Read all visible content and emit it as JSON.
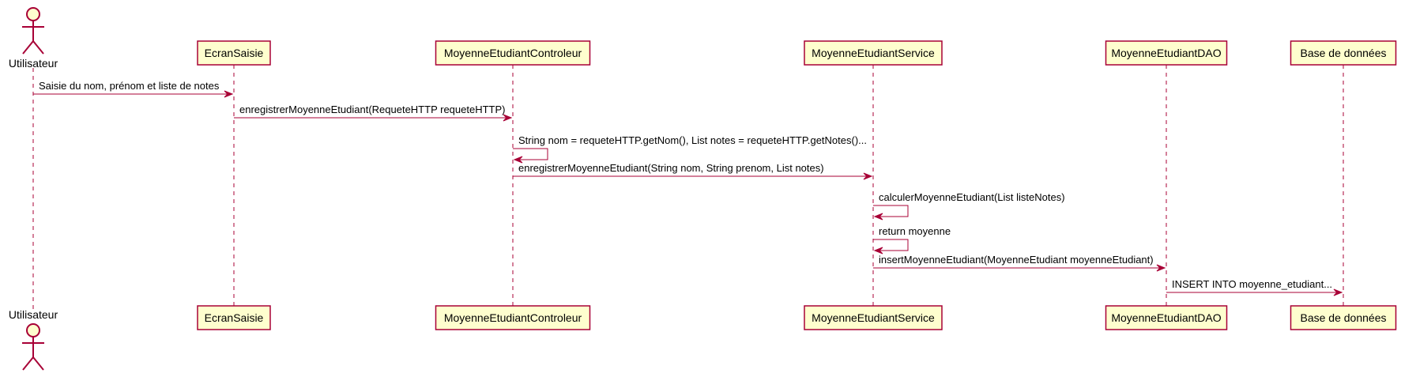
{
  "colors": {
    "border": "#A80036",
    "fill": "#FEFECE",
    "text": "#000000"
  },
  "participants": [
    {
      "id": "user",
      "type": "actor",
      "label": "Utilisateur"
    },
    {
      "id": "ecran",
      "type": "participant",
      "label": "EcranSaisie"
    },
    {
      "id": "controleur",
      "type": "participant",
      "label": "MoyenneEtudiantControleur"
    },
    {
      "id": "service",
      "type": "participant",
      "label": "MoyenneEtudiantService"
    },
    {
      "id": "dao",
      "type": "participant",
      "label": "MoyenneEtudiantDAO"
    },
    {
      "id": "db",
      "type": "participant",
      "label": "Base de données"
    }
  ],
  "messages": [
    {
      "from": "user",
      "to": "ecran",
      "text": "Saisie du nom, prénom et liste de notes"
    },
    {
      "from": "ecran",
      "to": "controleur",
      "text": "enregistrerMoyenneEtudiant(RequeteHTTP requeteHTTP)"
    },
    {
      "from": "controleur",
      "to": "controleur",
      "text": "String nom = requeteHTTP.getNom(), List notes = requeteHTTP.getNotes()..."
    },
    {
      "from": "controleur",
      "to": "service",
      "text": "enregistrerMoyenneEtudiant(String nom, String prenom, List notes)"
    },
    {
      "from": "service",
      "to": "service",
      "text": "calculerMoyenneEtudiant(List listeNotes)"
    },
    {
      "from": "service",
      "to": "service",
      "text": "return moyenne"
    },
    {
      "from": "service",
      "to": "dao",
      "text": "insertMoyenneEtudiant(MoyenneEtudiant moyenneEtudiant)"
    },
    {
      "from": "dao",
      "to": "db",
      "text": "INSERT INTO moyenne_etudiant..."
    }
  ]
}
